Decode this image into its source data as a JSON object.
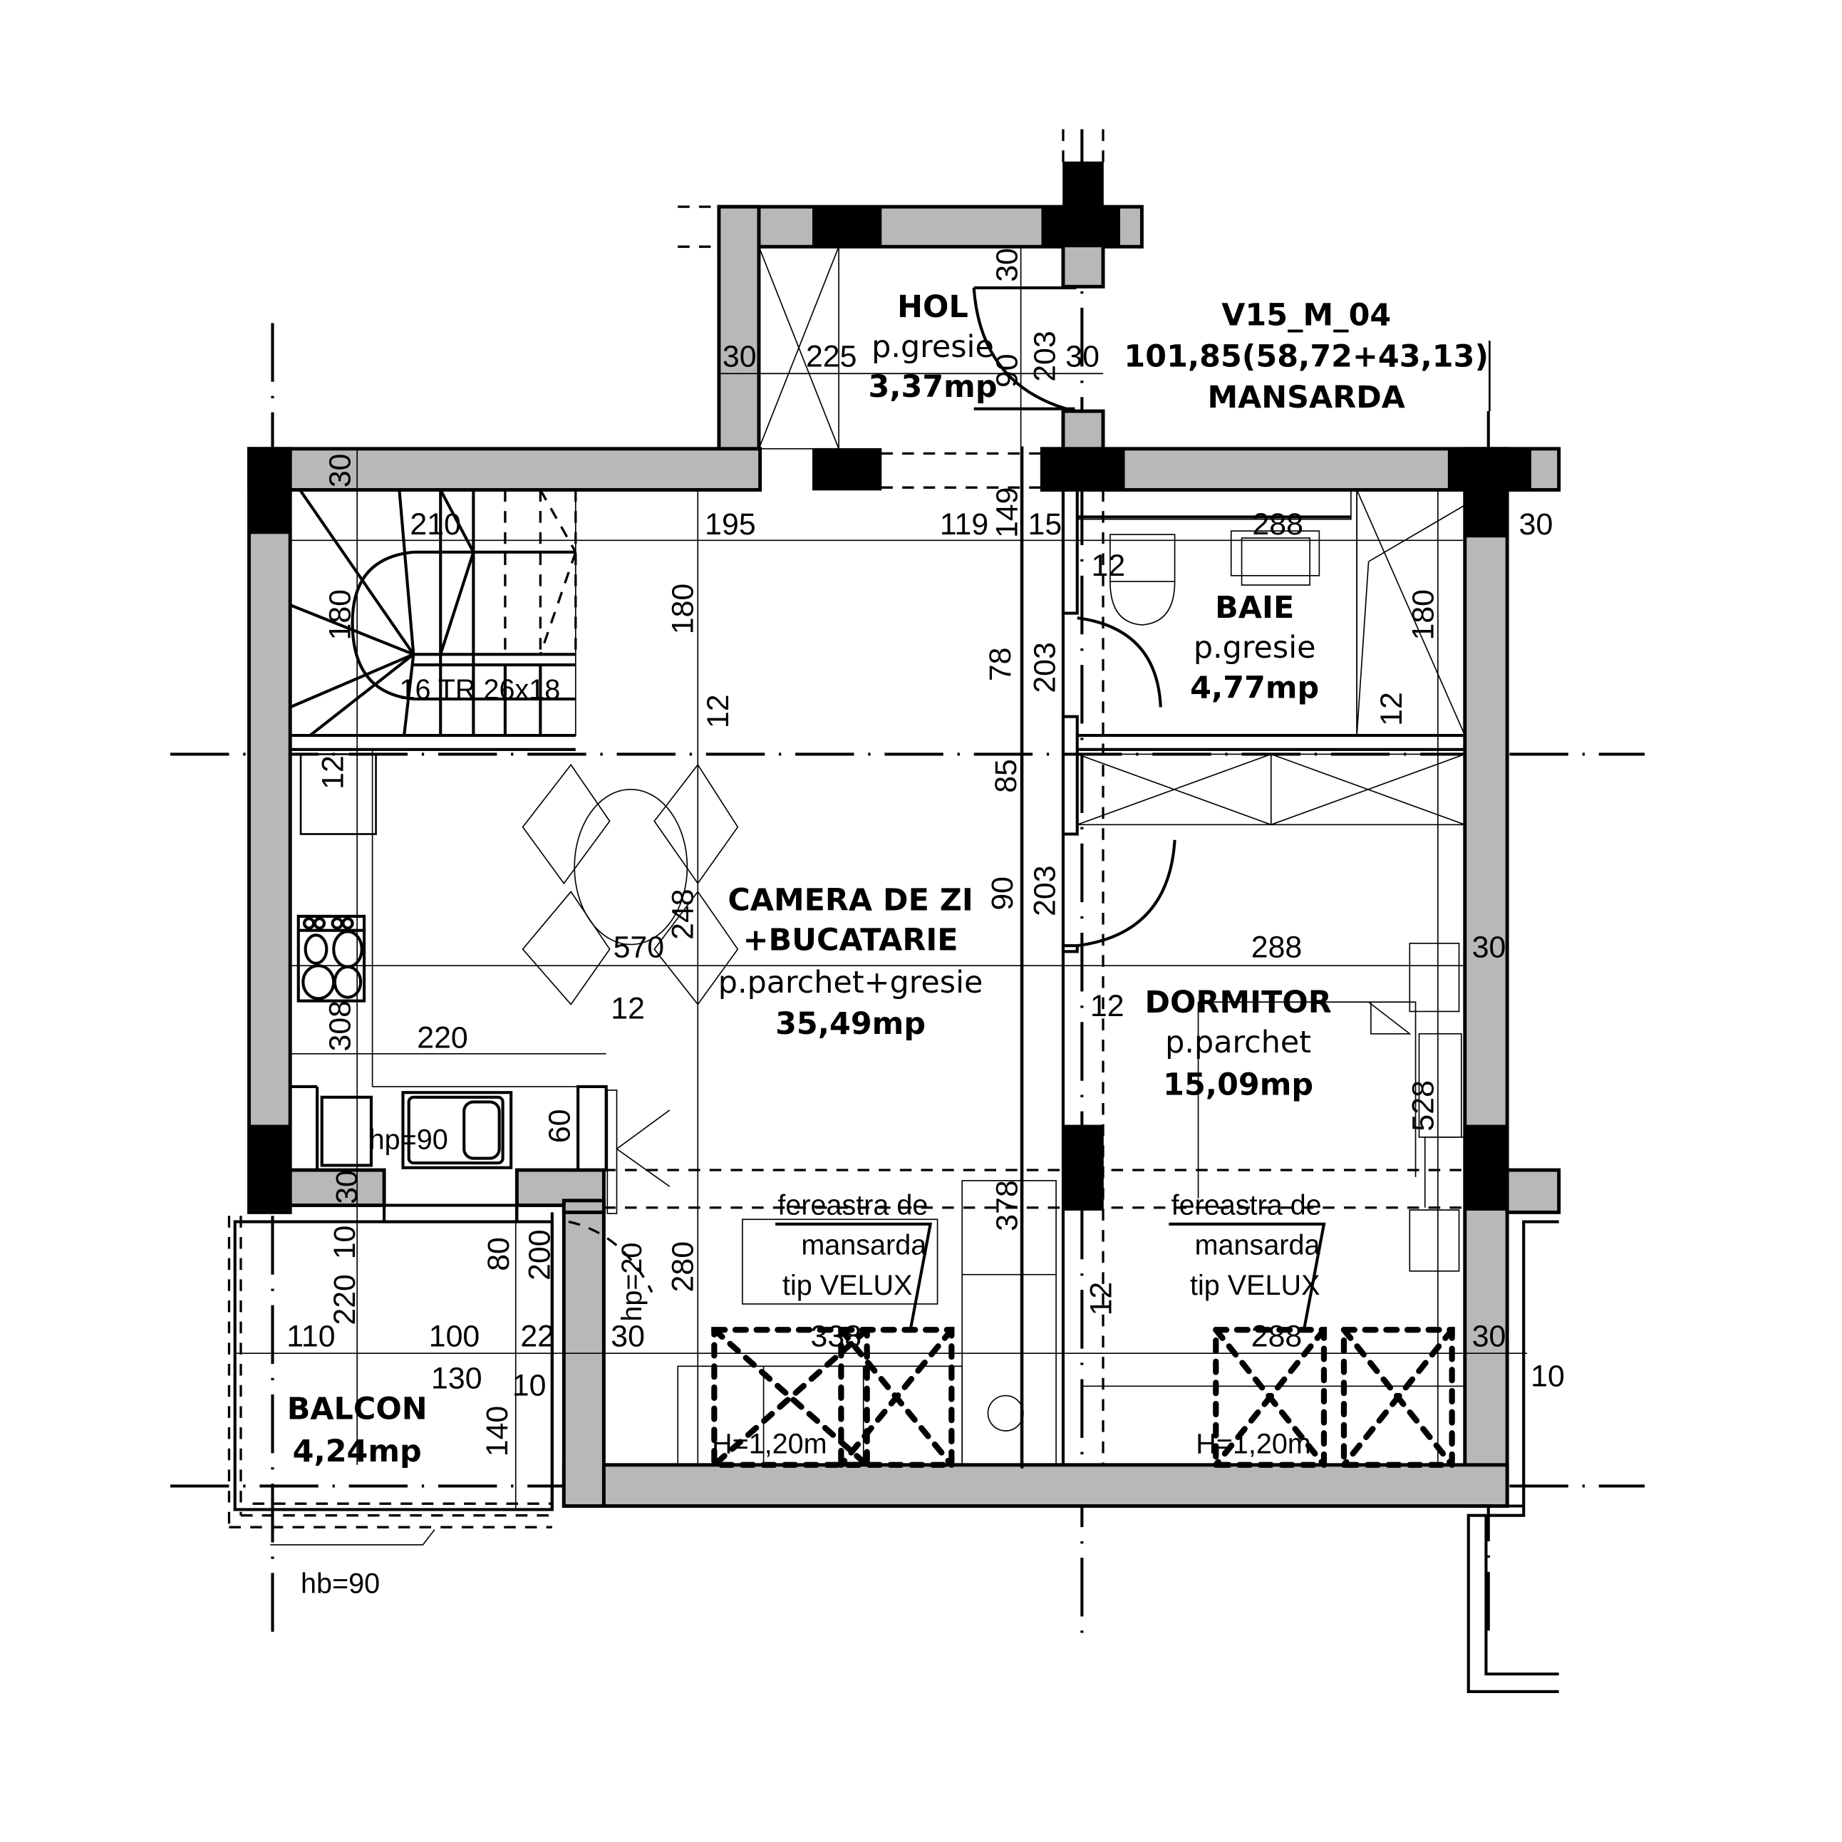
{
  "header": {
    "code": "V15_M_04",
    "total_area": "101,85(58,72+43,13)",
    "level": "MANSARDA"
  },
  "rooms": {
    "hol": {
      "name": "HOL",
      "floor": "p.gresie",
      "area": "3,37mp"
    },
    "baie": {
      "name": "BAIE",
      "floor": "p.gresie",
      "area": "4,77mp"
    },
    "living": {
      "name_line1": "CAMERA DE ZI",
      "name_line2": "+BUCATARIE",
      "floor": "p.parchet+gresie",
      "area": "35,49mp"
    },
    "dormitor": {
      "name": "DORMITOR",
      "floor": "p.parchet",
      "area": "15,09mp"
    },
    "balcon": {
      "name": "BALCON",
      "area": "4,24mp"
    }
  },
  "annotations": {
    "stairs": "16 TR 26x18",
    "window_note_line1": "fereastra de",
    "window_note_line2": "mansarda",
    "window_note_line3": "tip VELUX",
    "window_height_left": "H=1,20m",
    "window_height_right": "H=1,20m",
    "sink_height": "hp=90",
    "door_sill": "hp=20",
    "balcony_rail": "hb=90"
  },
  "dimensions": {
    "hol_wall_left": "30",
    "hol_width": "225",
    "hol_door_top": "30",
    "hol_door": "90",
    "hol_door_height": "203",
    "hol_wall_right": "30",
    "stair_wall": "30",
    "stair_width": "210",
    "stair_depth": "180",
    "span_195": "195",
    "span_119": "119",
    "span_149": "149",
    "span_15": "15",
    "bath_width": "288",
    "bath_wall_right": "30",
    "bath_partition": "12",
    "living_180": "180",
    "partition_12a": "12",
    "bath_door": "78",
    "bath_door_h": "203",
    "bath_depth": "180",
    "bath_partition_b": "12",
    "closet": "85",
    "fridge": "12",
    "bed_door": "90",
    "bed_door_h": "203",
    "living_width": "570",
    "living_248": "248",
    "bed_width": "288",
    "bed_wall_right": "30",
    "bed_partition": "12",
    "kitchen_depth": "308",
    "kitchen_run": "220",
    "kitchen_partition": "12",
    "counter": "60",
    "bed_depth": "528",
    "wall_30_balcony": "30",
    "balcony_10": "10",
    "balcony_220": "220",
    "balcony_80": "80",
    "balcony_door": "200",
    "living_280": "280",
    "living_378": "378",
    "balcony_110": "110",
    "balcony_100": "100",
    "balcony_22": "22",
    "wall_30_south": "30",
    "velux_left": "338",
    "velux_right": "288",
    "bed_wall_30_south": "30",
    "balcony_130": "130",
    "balcony_10b": "10",
    "balcony_140": "140",
    "ext_10": "10",
    "bed_partition_b": "12"
  }
}
